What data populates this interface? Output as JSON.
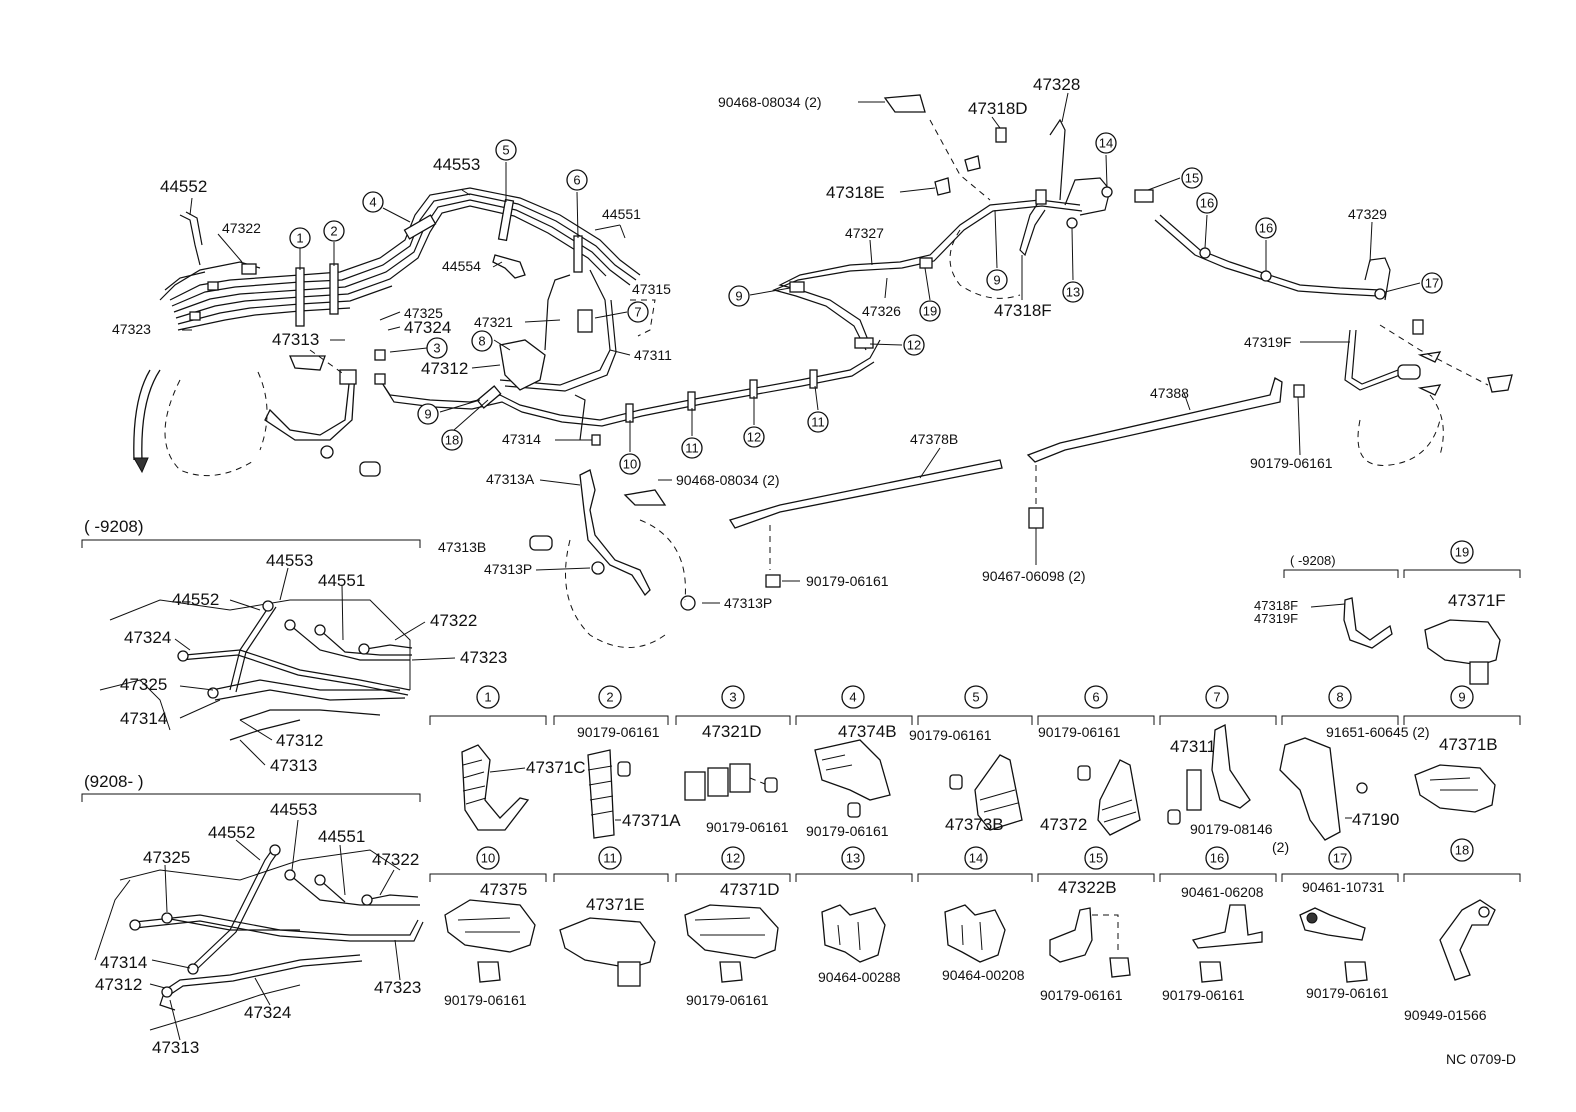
{
  "main_labels": {
    "p44552": "44552",
    "p47322": "47322",
    "p47323": "47323",
    "p47313": "47313",
    "p44553": "44553",
    "p44551": "44551",
    "p44554": "44554",
    "p47315": "47315",
    "p47325": "47325",
    "p47324": "47324",
    "p47321": "47321",
    "p47312": "47312",
    "p47311": "47311",
    "p47314": "47314",
    "p47313A": "47313A",
    "p47313B": "47313B",
    "p47313P_a": "47313P",
    "p47313P_b": "47313P",
    "p90468_a": "90468-08034 (2)",
    "p90468_b": "90468-08034 (2)",
    "p47318D": "47318D",
    "p47328": "47328",
    "p47318E": "47318E",
    "p47327": "47327",
    "p47326": "47326",
    "p47318F": "47318F",
    "p47329": "47329",
    "p47319F": "47319F",
    "p47388": "47388",
    "p47378B": "47378B",
    "p90179_main1": "90179-06161",
    "p90179_main2": "90179-06161",
    "p90467": "90467-06098 (2)"
  },
  "main_callouts": [
    "1",
    "2",
    "3",
    "4",
    "5",
    "6",
    "7",
    "8",
    "9",
    "9",
    "9",
    "11",
    "11",
    "12",
    "12",
    "13",
    "14",
    "15",
    "16",
    "16",
    "17",
    "18",
    "19",
    "10"
  ],
  "inset_before": {
    "header": "(      -9208)",
    "labels": [
      "44553",
      "44551",
      "44552",
      "47322",
      "47324",
      "47323",
      "47325",
      "47314",
      "47312",
      "47313"
    ]
  },
  "inset_after": {
    "header": "(9208-       )",
    "labels": [
      "44553",
      "44552",
      "44551",
      "47322",
      "47325",
      "47314",
      "47312",
      "47313",
      "47324",
      "47323"
    ]
  },
  "rear_hose_inset": {
    "header": "(      -9208)",
    "labels": [
      "47318F",
      "47319F"
    ]
  },
  "clamp_table": [
    {
      "num": "1",
      "labels": [
        "47371C"
      ]
    },
    {
      "num": "2",
      "labels": [
        "90179-06161",
        "47371A"
      ]
    },
    {
      "num": "3",
      "labels": [
        "47321D",
        "90179-06161"
      ]
    },
    {
      "num": "4",
      "labels": [
        "47374B",
        "90179-06161"
      ]
    },
    {
      "num": "5",
      "labels": [
        "90179-06161",
        "47373B"
      ]
    },
    {
      "num": "6",
      "labels": [
        "90179-06161",
        "47372"
      ]
    },
    {
      "num": "7",
      "labels": [
        "47311B",
        "90179-08146",
        "(2)"
      ]
    },
    {
      "num": "8",
      "labels": [
        "91651-60645 (2)",
        "47190"
      ]
    },
    {
      "num": "9",
      "labels": [
        "47371B"
      ]
    },
    {
      "num": "10",
      "labels": [
        "47375",
        "90179-06161"
      ]
    },
    {
      "num": "11",
      "labels": [
        "47371E"
      ]
    },
    {
      "num": "12",
      "labels": [
        "47371D",
        "90179-06161"
      ]
    },
    {
      "num": "13",
      "labels": [
        "90464-00288"
      ]
    },
    {
      "num": "14",
      "labels": [
        "90464-00208"
      ]
    },
    {
      "num": "15",
      "labels": [
        "47322B",
        "90179-06161"
      ]
    },
    {
      "num": "16",
      "labels": [
        "90461-06208",
        "90179-06161"
      ]
    },
    {
      "num": "17",
      "labels": [
        "90461-10731",
        "90179-06161"
      ]
    },
    {
      "num": "18",
      "labels": [
        "90949-01566"
      ]
    },
    {
      "num": "19",
      "labels": [
        "47371F"
      ]
    }
  ],
  "footer_code": "NC  0709-D"
}
